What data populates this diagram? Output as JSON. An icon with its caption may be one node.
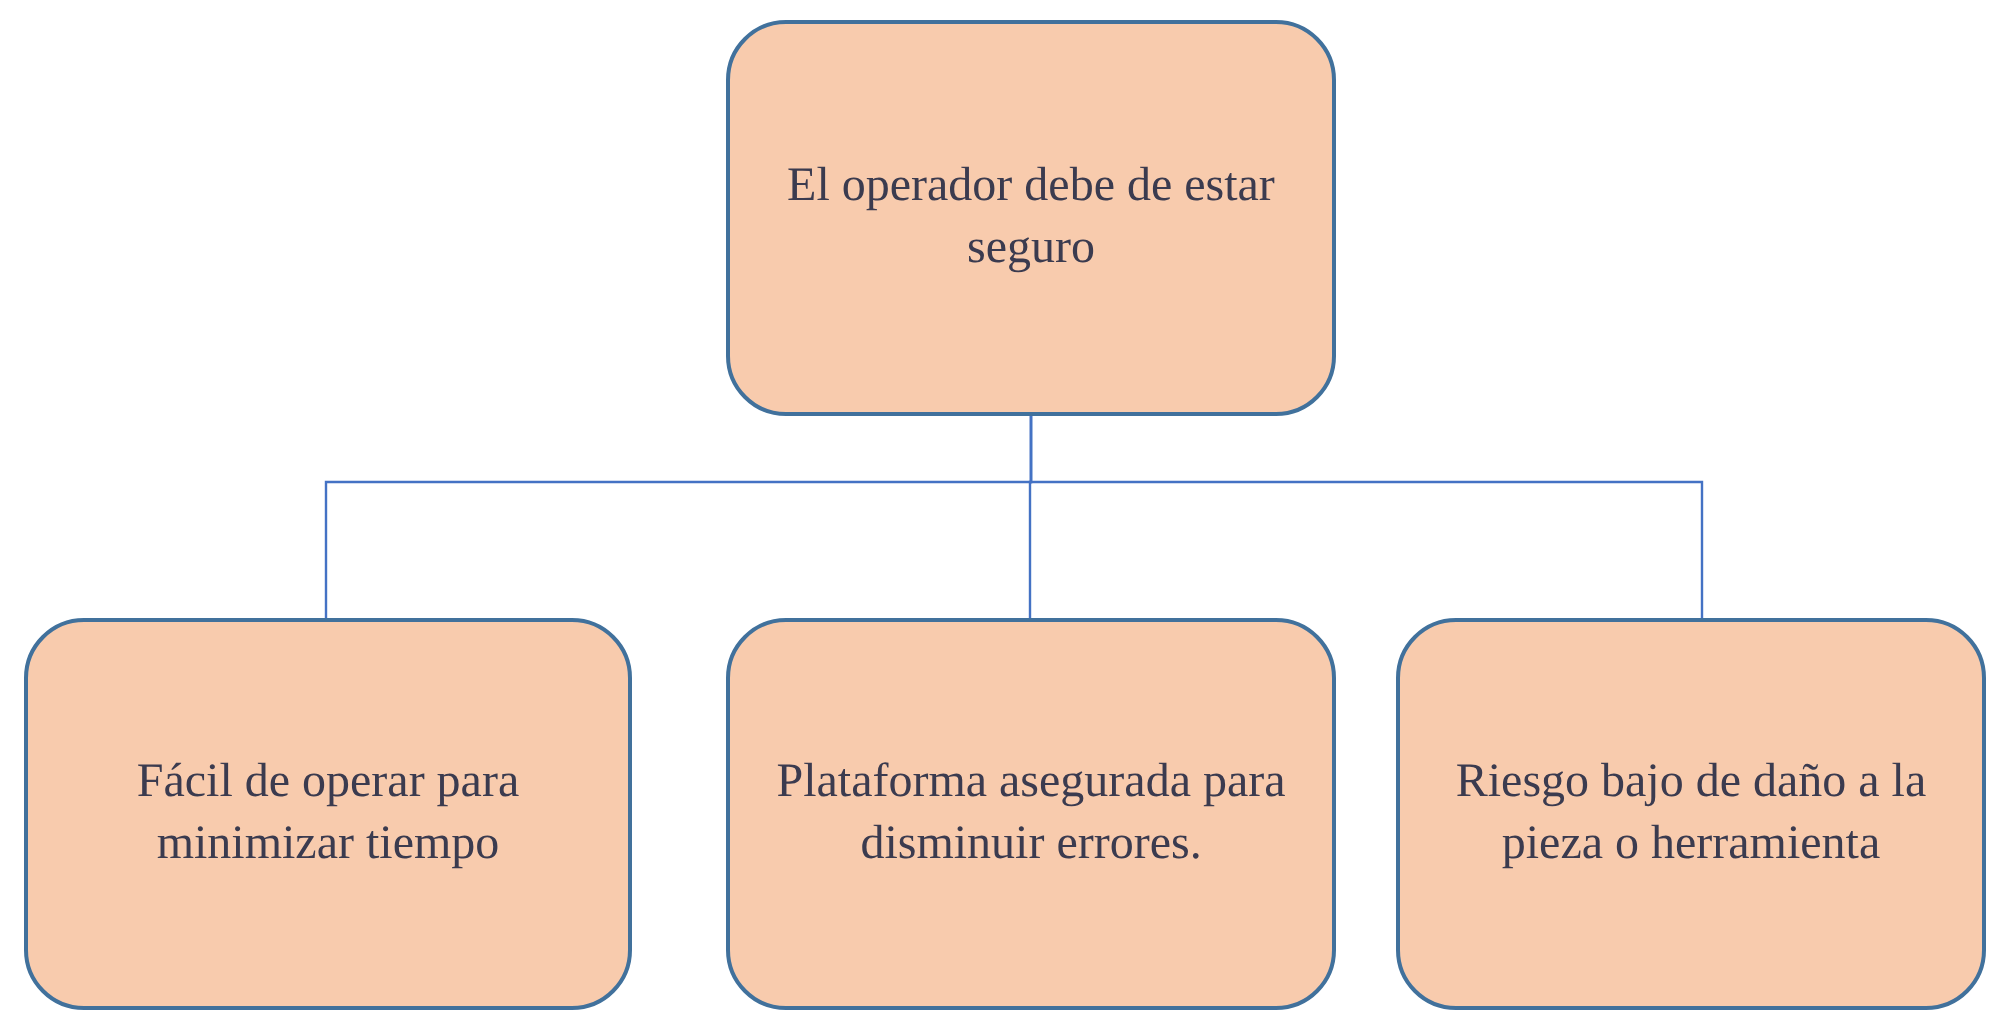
{
  "diagram": {
    "nodes": [
      {
        "text": [
          "El operador debe de estar seguro"
        ]
      },
      {
        "text": [
          "Fácil de operar para minimizar tiempo"
        ]
      },
      {
        "text": [
          "Plataforma asegurada para disminuir errores."
        ]
      },
      {
        "text": [
          "Riesgo bajo de daño a la pieza o herramienta"
        ]
      }
    ],
    "edges": [
      {
        "from": 0,
        "to": 1,
        "arrow": "none"
      },
      {
        "from": 0,
        "to": 2,
        "arrow": "none"
      },
      {
        "from": 0,
        "to": 3,
        "arrow": "none"
      }
    ]
  }
}
